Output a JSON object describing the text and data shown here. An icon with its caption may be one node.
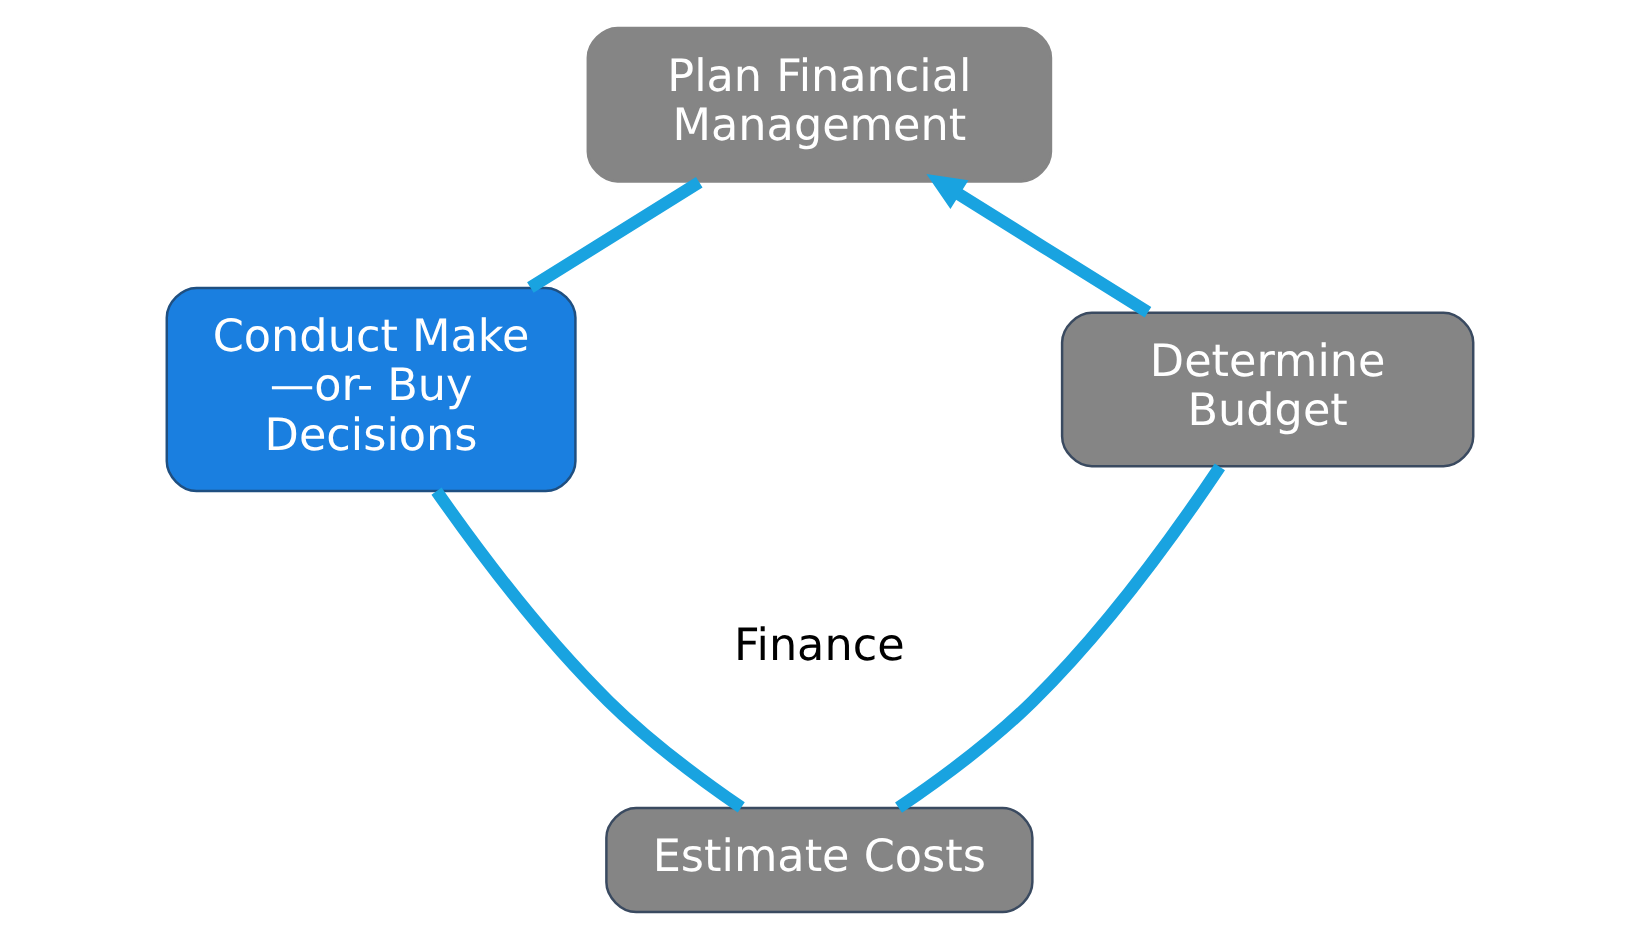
{
  "diagram": {
    "nodes": [
      {
        "text": [
          "Plan Financial Management"
        ]
      },
      {
        "text": [
          "Conduct Make —or- Buy Decisions"
        ]
      },
      {
        "text": [
          "Estimate Costs"
        ]
      },
      {
        "text": [
          "Determine Budget"
        ]
      }
    ],
    "edges": [
      {
        "from": 0,
        "to": 1,
        "arrow": "none"
      },
      {
        "from": 1,
        "to": 2,
        "arrow": "none"
      },
      {
        "from": 2,
        "to": 3,
        "arrow": "none"
      },
      {
        "from": 3,
        "to": 0,
        "arrow": "to"
      }
    ],
    "labels": [
      "Finance"
    ]
  }
}
